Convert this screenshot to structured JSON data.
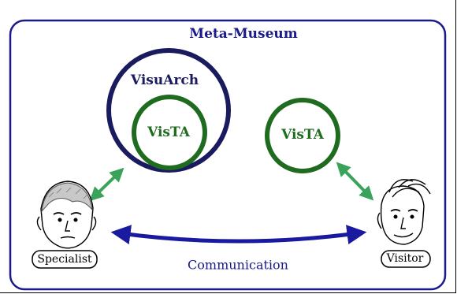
{
  "title": "Meta-Museum",
  "nodes": {
    "visuarch": "VisuArch",
    "vista_specialist": "VisTA",
    "vista_visitor": "VisTA"
  },
  "actors": {
    "specialist": "Specialist",
    "visitor": "Visitor"
  },
  "edges": {
    "communication": "Communication"
  },
  "colors": {
    "frame": "#1a1a8c",
    "visuarch_ring": "#1a1a5e",
    "vista_ring": "#1f6b1f",
    "link_arrow": "#3aa35a",
    "communication_arrow": "#1a1aa0"
  }
}
